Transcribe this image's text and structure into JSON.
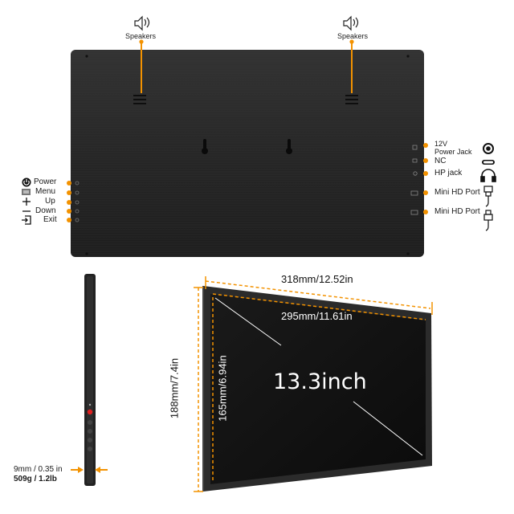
{
  "speakers": {
    "left_label": "Speakers",
    "right_label": "Speakers"
  },
  "left_buttons": [
    {
      "label": "Power",
      "icon": "power-icon"
    },
    {
      "label": "Menu",
      "icon": "menu-icon"
    },
    {
      "label": "Up",
      "icon": "plus-icon"
    },
    {
      "label": "Down",
      "icon": "minus-icon"
    },
    {
      "label": "Exit",
      "icon": "exit-icon"
    }
  ],
  "right_ports": [
    {
      "label_line1": "12V",
      "label_line2": "Power Jack",
      "icon": "power-jack-icon"
    },
    {
      "label": "NC",
      "icon": "nc-icon"
    },
    {
      "label": "HP jack",
      "icon": "headphone-icon"
    },
    {
      "label": "Mini HD Port",
      "icon": "hdmi-icon"
    },
    {
      "label": "Mini HD Port",
      "icon": "hdmi-icon"
    }
  ],
  "dimensions": {
    "outer_width": "318mm/12.52in",
    "inner_width": "295mm/11.61in",
    "outer_height": "188mm/7.4in",
    "inner_height": "165mm/6.94in",
    "screen_size": "13.3inch",
    "thickness": "9mm / 0.35 in",
    "weight": "509g / 1.2lb"
  },
  "colors": {
    "accent": "#f39200",
    "panel": "#2a2a2a",
    "panel_dark": "#151515"
  }
}
